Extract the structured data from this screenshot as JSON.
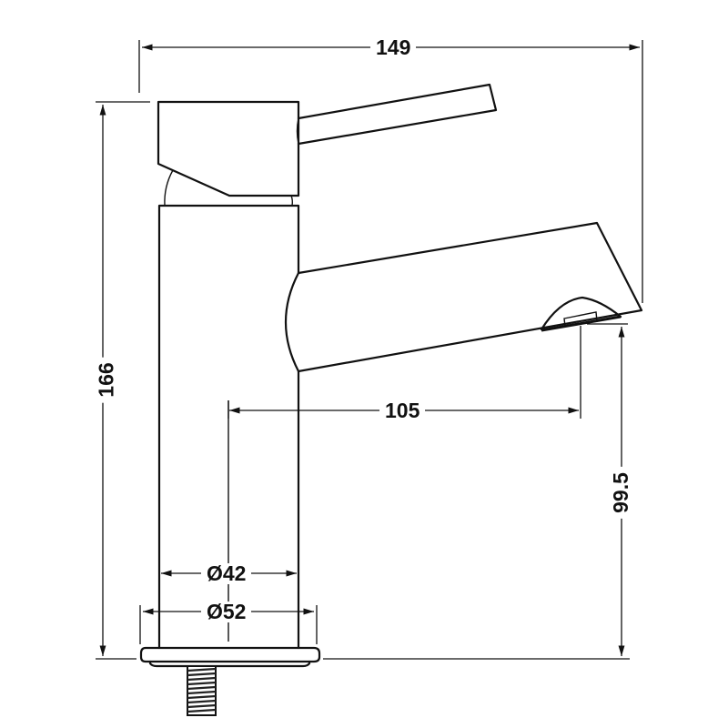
{
  "drawing": {
    "subject": "Basin mixer tap - side elevation",
    "stroke_color": "#111111",
    "background": "#ffffff"
  },
  "dimensions": {
    "overall_width": {
      "value": "149",
      "orientation": "horizontal"
    },
    "overall_height": {
      "value": "166",
      "orientation": "vertical"
    },
    "spout_reach": {
      "value": "105",
      "orientation": "horizontal"
    },
    "spout_outlet_height": {
      "value": "99.5",
      "orientation": "vertical"
    },
    "body_diameter": {
      "value": "Ø42",
      "orientation": "horizontal"
    },
    "base_diameter": {
      "value": "Ø52",
      "orientation": "horizontal"
    }
  }
}
